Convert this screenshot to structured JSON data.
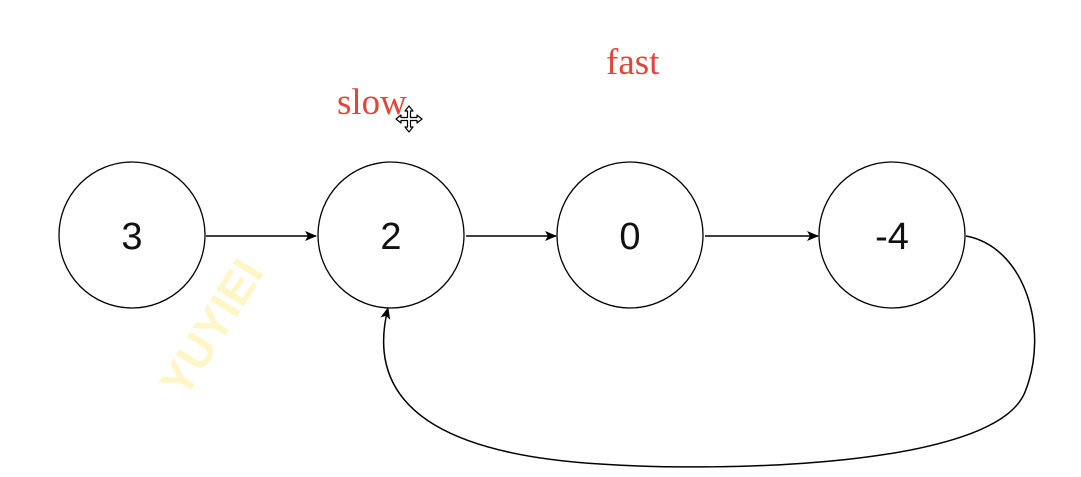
{
  "nodes": [
    {
      "value": "3"
    },
    {
      "value": "2"
    },
    {
      "value": "0"
    },
    {
      "value": "-4"
    }
  ],
  "pointers": {
    "slow": "slow",
    "fast": "fast"
  },
  "watermark": "YUYIEI",
  "colors": {
    "pointer_text": "#e0473c",
    "stroke": "#000000",
    "watermark": "#fff6c8"
  }
}
